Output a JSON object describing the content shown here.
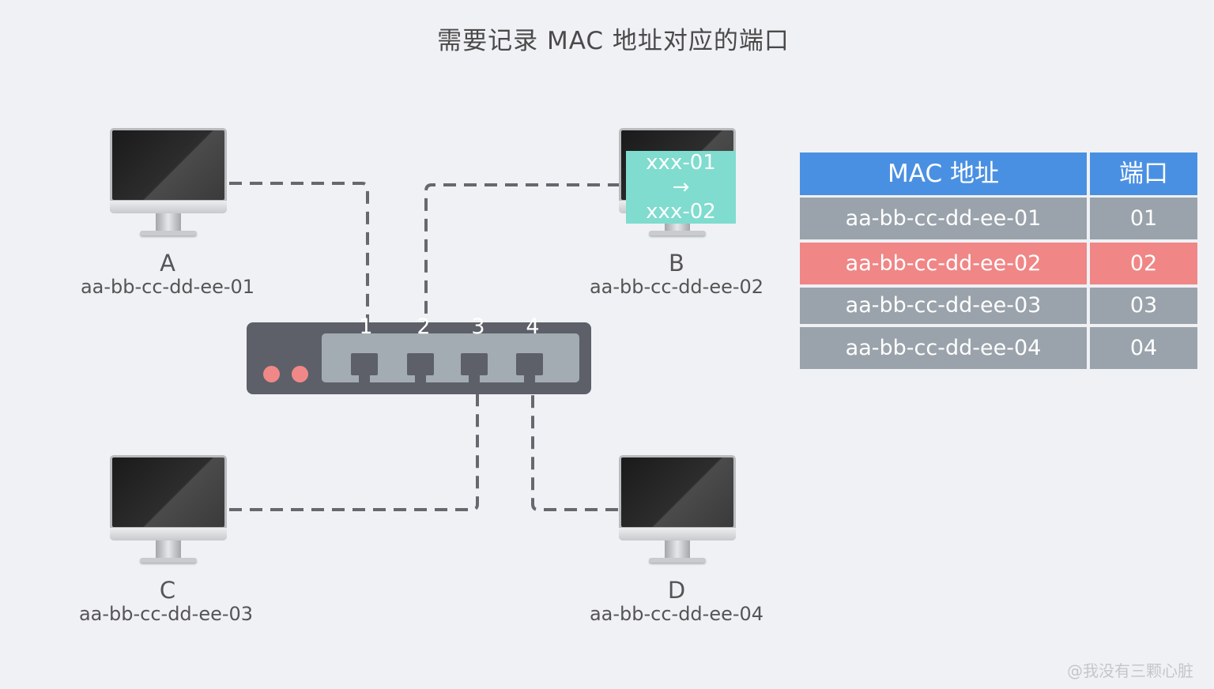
{
  "title": "需要记录 MAC 地址对应的端口",
  "hosts": [
    {
      "letter": "A",
      "mac": "aa-bb-cc-dd-ee-01"
    },
    {
      "letter": "B",
      "mac": "aa-bb-cc-dd-ee-02"
    },
    {
      "letter": "C",
      "mac": "aa-bb-cc-dd-ee-03"
    },
    {
      "letter": "D",
      "mac": "aa-bb-cc-dd-ee-04"
    }
  ],
  "switch": {
    "ports": [
      "1",
      "2",
      "3",
      "4"
    ]
  },
  "frame_note": {
    "line1": "xxx-01",
    "arrow": "→",
    "line2": "xxx-02"
  },
  "mac_table": {
    "headers": [
      "MAC 地址",
      "端口"
    ],
    "rows": [
      {
        "mac": "aa-bb-cc-dd-ee-01",
        "port": "01",
        "highlighted": false
      },
      {
        "mac": "aa-bb-cc-dd-ee-02",
        "port": "02",
        "highlighted": true
      },
      {
        "mac": "aa-bb-cc-dd-ee-03",
        "port": "03",
        "highlighted": false
      },
      {
        "mac": "aa-bb-cc-dd-ee-04",
        "port": "04",
        "highlighted": false
      }
    ],
    "colors": {
      "header": "#4a90e2",
      "row": "#9aa3ab",
      "highlight": "#f08686"
    }
  },
  "watermark": "@我没有三颗心脏"
}
